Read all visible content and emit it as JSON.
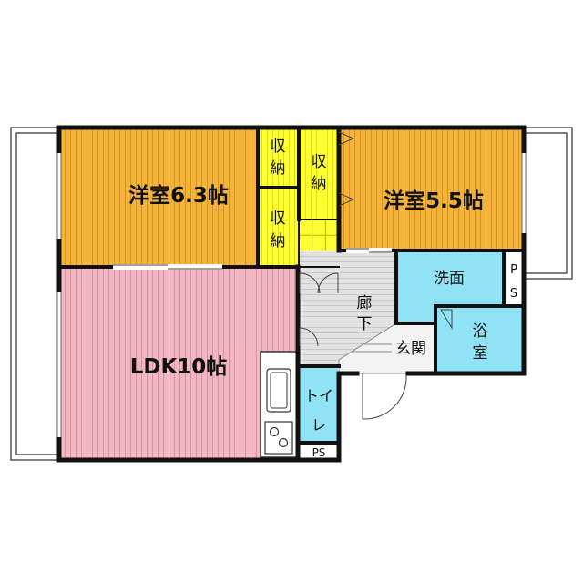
{
  "colors": {
    "room_orange": "#f5b33c",
    "room_pink": "#f4b6c2",
    "storage_yellow": "#ffff33",
    "wet_blue": "#8fe3f5",
    "hall_gray": "#e2e2e2",
    "wall": "#111111",
    "line": "#555555"
  },
  "rooms": {
    "western_6": {
      "label": "洋室6.3帖"
    },
    "western_5": {
      "label": "洋室5.5帖"
    },
    "ldk": {
      "label": "LDK10帖"
    },
    "storage_a1": {
      "label": "収",
      "label2": "納"
    },
    "storage_a2": {
      "label": "収",
      "label2": "納"
    },
    "storage_b": {
      "label": "収",
      "label2": "納"
    },
    "corridor": {
      "label": "廊",
      "label2": "下"
    },
    "entrance": {
      "label": "玄関"
    },
    "washroom": {
      "label": "洗面"
    },
    "bath": {
      "label": "浴",
      "label2": "室"
    },
    "toilet": {
      "label": "トイ",
      "label2": "レ"
    },
    "ps_right": {
      "label": "P",
      "label2": "S"
    },
    "ps_bottom": {
      "label": "PS"
    }
  },
  "icons": {
    "stove": "stove-icon",
    "sink": "kitchen-sink-icon",
    "door": "door-swing-icon"
  }
}
